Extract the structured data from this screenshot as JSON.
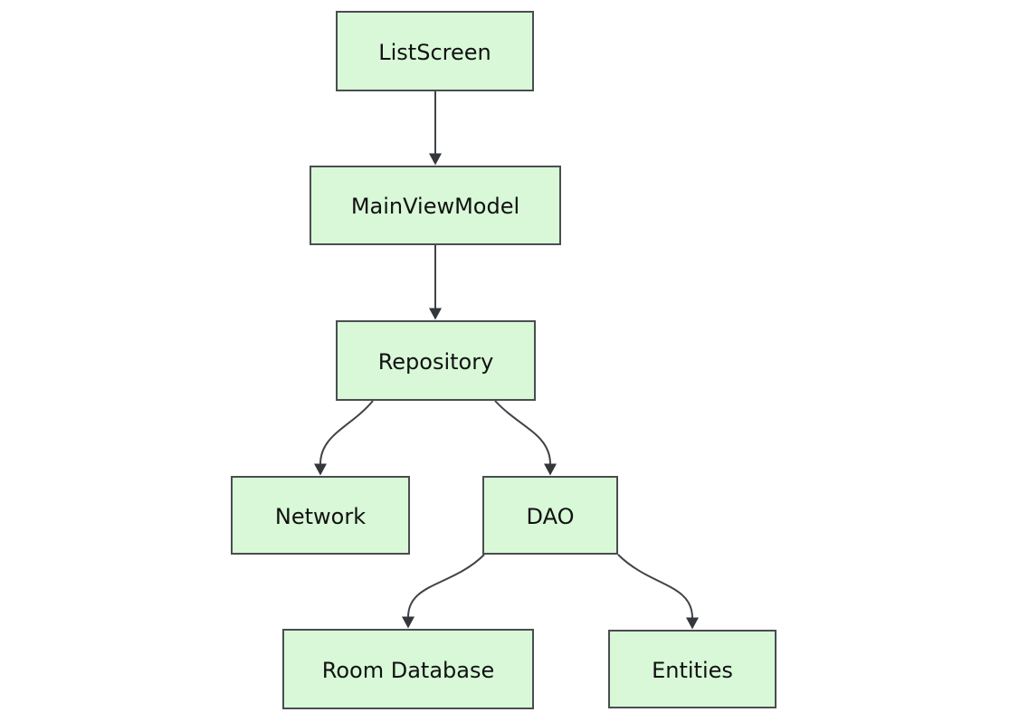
{
  "diagram": {
    "type": "flowchart",
    "direction": "top-down",
    "nodes": [
      {
        "id": "listscreen",
        "label": "ListScreen"
      },
      {
        "id": "mainviewmodel",
        "label": "MainViewModel"
      },
      {
        "id": "repository",
        "label": "Repository"
      },
      {
        "id": "network",
        "label": "Network"
      },
      {
        "id": "dao",
        "label": "DAO"
      },
      {
        "id": "roomdb",
        "label": "Room Database"
      },
      {
        "id": "entities",
        "label": "Entities"
      }
    ],
    "edges": [
      {
        "from": "ListScreen",
        "to": "MainViewModel",
        "style": "straight-arrow"
      },
      {
        "from": "MainViewModel",
        "to": "Repository",
        "style": "straight-arrow"
      },
      {
        "from": "Repository",
        "to": "Network",
        "style": "curved-arrow"
      },
      {
        "from": "Repository",
        "to": "DAO",
        "style": "curved-arrow"
      },
      {
        "from": "DAO",
        "to": "Room Database",
        "style": "curved-arrow"
      },
      {
        "from": "DAO",
        "to": "Entities",
        "style": "curved-arrow"
      }
    ],
    "colors": {
      "node_fill": "#d8f8d8",
      "node_border": "#4a4d51",
      "edge_stroke": "#404347",
      "arrowhead": "#33363a",
      "text": "#111111",
      "background": "#ffffff"
    }
  }
}
